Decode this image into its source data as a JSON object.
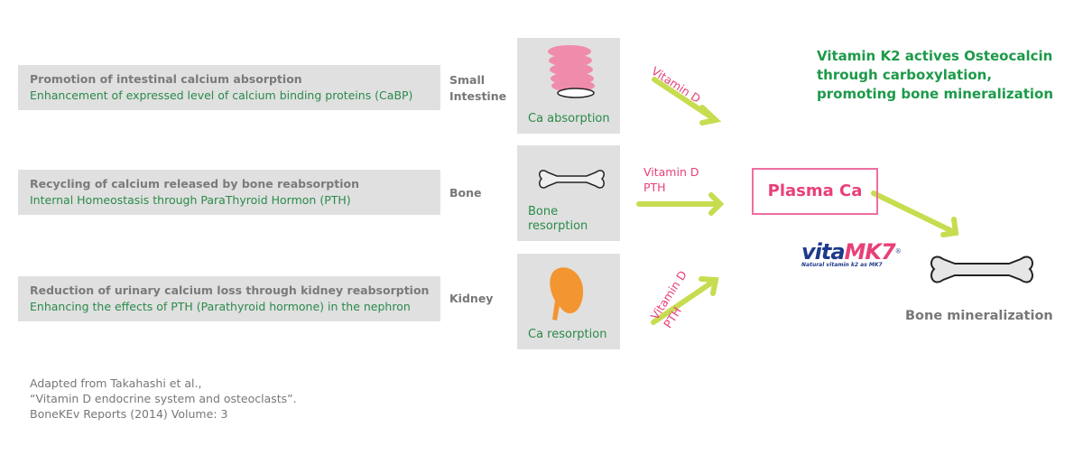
{
  "rows": [
    {
      "line1": "Promotion of intestinal calcium absorption",
      "line2": "Enhancement of expressed level of calcium binding proteins (CaBP)",
      "organ": [
        "Small",
        "Intestine"
      ],
      "caption": [
        "Ca absorption"
      ],
      "arrow_label": [
        "Vitamin D"
      ],
      "icon": "intestine-icon"
    },
    {
      "line1": "Recycling of calcium released by bone reabsorption",
      "line2": "Internal Homeostasis through ParaThyroid Hormon (PTH)",
      "organ": [
        "Bone"
      ],
      "caption": [
        "Bone",
        "resorption"
      ],
      "arrow_label": [
        "Vitamin D",
        "PTH"
      ],
      "icon": "bone-icon"
    },
    {
      "line1": "Reduction of urinary calcium loss through kidney reabsorption",
      "line2": "Enhancing the effects of PTH (Parathyroid hormone) in the nephron",
      "organ": [
        "Kidney"
      ],
      "caption": [
        "Ca resorption"
      ],
      "arrow_label": [
        "Vitamin D",
        "PTH"
      ],
      "icon": "kidney-icon"
    }
  ],
  "plasma": "Plasma Ca",
  "k2_text": [
    "Vitamin K2 actives Osteocalcin",
    "through carboxylation,",
    "promoting bone mineralization"
  ],
  "logo": {
    "brand_a": "vita",
    "brand_b": "MK7",
    "reg": "®",
    "tagline": "Natural vitamin k2 as MK7"
  },
  "bone_mineralization": "Bone mineralization",
  "citation": [
    "Adapted from Takahashi et al.,",
    "“Vitamin D endocrine system and osteoclasts”.",
    "BoneKEv Reports (2014) Volume: 3"
  ],
  "colors": {
    "green": "#2a8a4a",
    "pink": "#e8407a",
    "arrow": "#c8dc50",
    "box": "#e0e0e0"
  }
}
